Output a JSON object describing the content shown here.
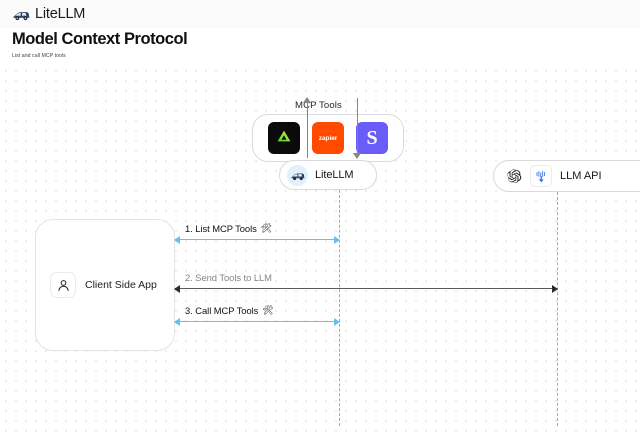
{
  "app_bar": {
    "brand": "LiteLLM",
    "logo_icon": "litellm-truck-logo"
  },
  "header": {
    "title": "Model Context Protocol",
    "subtitle": "List and call MCP tools"
  },
  "diagram": {
    "mcp_group": {
      "title": "MCP Tools",
      "tools": [
        {
          "name": "anthropic",
          "icon": "anthropic-triangle-icon",
          "label": "",
          "bg": "#0b0b0b"
        },
        {
          "name": "zapier",
          "icon": "zapier-icon",
          "label": "zapier",
          "bg": "#ff4a00"
        },
        {
          "name": "slack",
          "icon": "slack-s-icon",
          "label": "S",
          "bg": "#6a5cf6"
        }
      ]
    },
    "nodes": {
      "litellm": {
        "label": "LiteLLM",
        "icon": "litellm-truck-logo"
      },
      "llm_api": {
        "label": "LLM API",
        "icons": [
          "openai-logo-icon",
          "bedrock-arrow-icon"
        ]
      },
      "client": {
        "label": "Client Side App",
        "icon": "user-person-icon"
      }
    },
    "messages": [
      {
        "index": "1",
        "text": "1. List MCP Tools",
        "emoji": "🛠",
        "color": "#63c0ef",
        "direction": "bidirectional"
      },
      {
        "index": "2",
        "text": "2. Send Tools to LLM",
        "emoji": "",
        "color": "#59595e",
        "direction": "bidirectional"
      },
      {
        "index": "3",
        "text": "3. Call MCP Tools",
        "emoji": "🛠",
        "color": "#63c0ef",
        "direction": "bidirectional"
      }
    ]
  }
}
